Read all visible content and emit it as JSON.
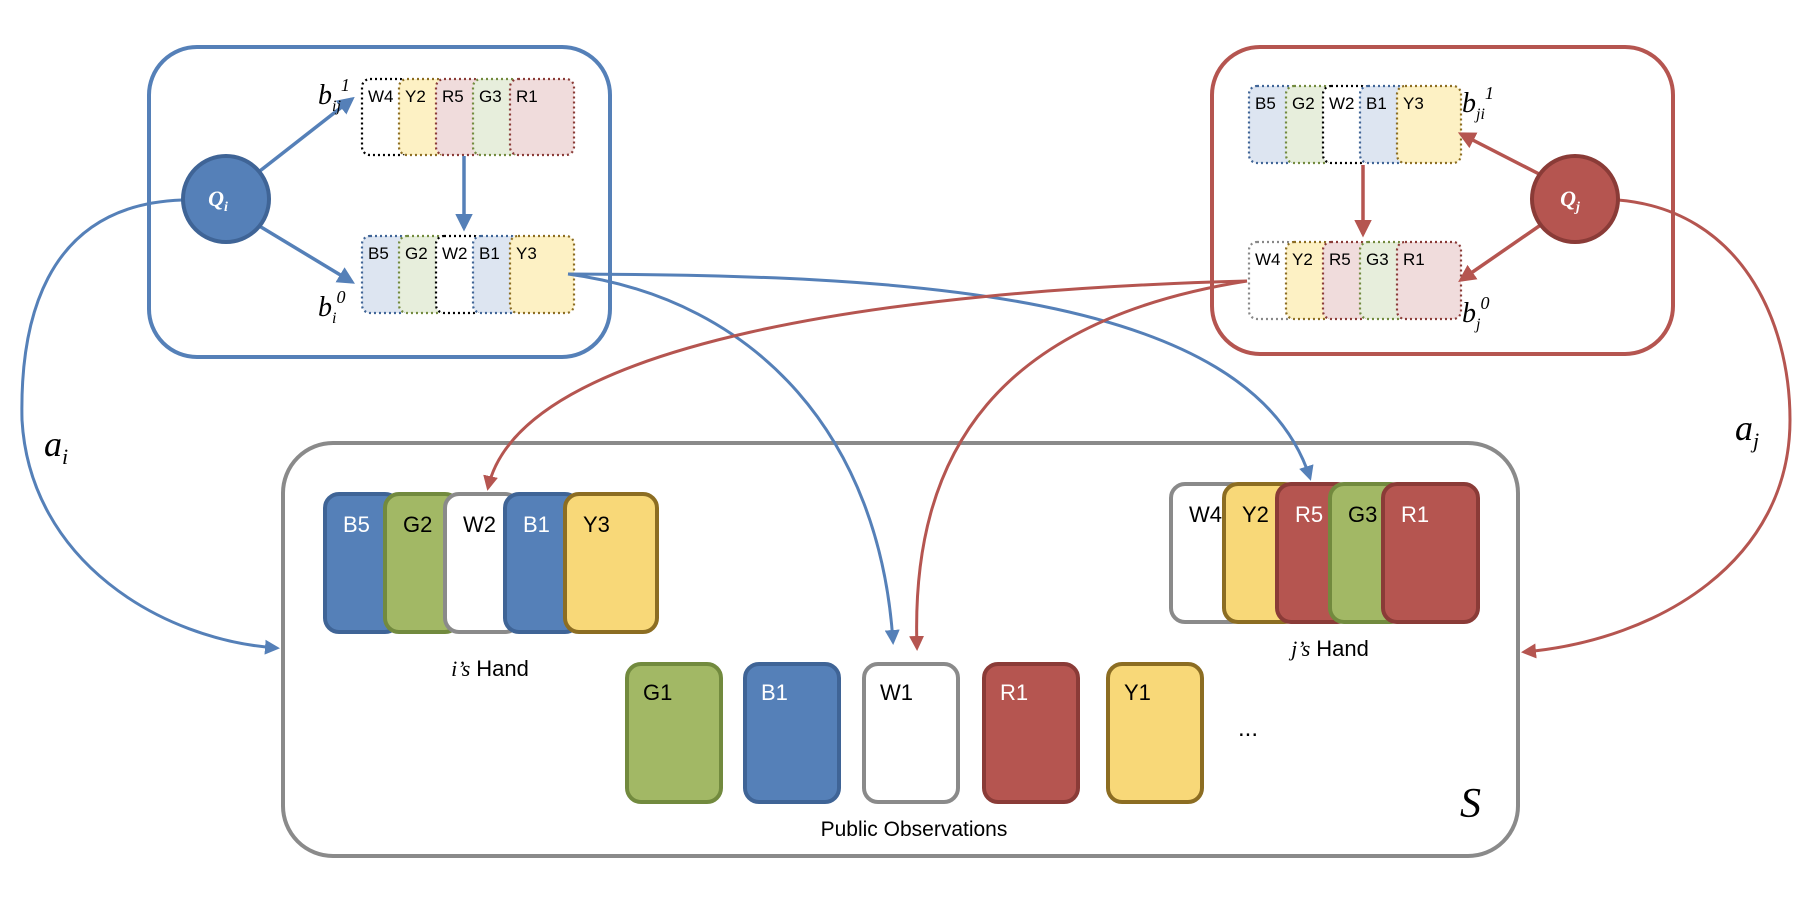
{
  "colors": {
    "blue": "#5580b8",
    "blue_dark": "#3f6496",
    "red": "#b55550",
    "red_dark": "#8a3b37",
    "green": "#a2b865",
    "green_dark": "#728a3e",
    "yellow": "#f8d878",
    "yellow_dark": "#8c6d22",
    "white": "#ffffff",
    "gray": "#8a8a8a",
    "light_blue": "#dde5f1",
    "light_green": "#e7eedc",
    "light_red": "#f0dcdc",
    "light_yellow": "#fdf1c4"
  },
  "agent_i": {
    "node_label": "Q",
    "node_sub": "i",
    "belief_top": {
      "label": "b",
      "sub": "ij",
      "sup": "1",
      "cards": [
        {
          "text": "W4",
          "color": "W"
        },
        {
          "text": "Y2",
          "color": "Y"
        },
        {
          "text": "R5",
          "color": "R"
        },
        {
          "text": "G3",
          "color": "G"
        },
        {
          "text": "R1",
          "color": "R"
        }
      ]
    },
    "belief_bottom": {
      "label": "b",
      "sub": "i",
      "sup": "0",
      "cards": [
        {
          "text": "B5",
          "color": "B"
        },
        {
          "text": "G2",
          "color": "G"
        },
        {
          "text": "W2",
          "color": "W"
        },
        {
          "text": "B1",
          "color": "B"
        },
        {
          "text": "Y3",
          "color": "Y"
        }
      ]
    },
    "action_label": "a",
    "action_sub": "i"
  },
  "agent_j": {
    "node_label": "Q",
    "node_sub": "j",
    "belief_top": {
      "label": "b",
      "sub": "ji",
      "sup": "1",
      "cards": [
        {
          "text": "B5",
          "color": "B"
        },
        {
          "text": "G2",
          "color": "G"
        },
        {
          "text": "W2",
          "color": "W"
        },
        {
          "text": "B1",
          "color": "B"
        },
        {
          "text": "Y3",
          "color": "Y"
        }
      ]
    },
    "belief_bottom": {
      "label": "b",
      "sub": "j",
      "sup": "0",
      "cards": [
        {
          "text": "W4",
          "color": "W"
        },
        {
          "text": "Y2",
          "color": "Y"
        },
        {
          "text": "R5",
          "color": "R"
        },
        {
          "text": "G3",
          "color": "G"
        },
        {
          "text": "R1",
          "color": "R"
        }
      ]
    },
    "action_label": "a",
    "action_sub": "j"
  },
  "state": {
    "label": "S",
    "i_hand": {
      "owner": "i’s",
      "word": "Hand",
      "cards": [
        {
          "text": "B5",
          "color": "B"
        },
        {
          "text": "G2",
          "color": "G"
        },
        {
          "text": "W2",
          "color": "W"
        },
        {
          "text": "B1",
          "color": "B"
        },
        {
          "text": "Y3",
          "color": "Y"
        }
      ]
    },
    "j_hand": {
      "owner": "j’s",
      "word": "Hand",
      "cards": [
        {
          "text": "W4",
          "color": "W"
        },
        {
          "text": "Y2",
          "color": "Y"
        },
        {
          "text": "R5",
          "color": "R"
        },
        {
          "text": "G3",
          "color": "G"
        },
        {
          "text": "R1",
          "color": "R"
        }
      ]
    },
    "public": {
      "label": "Public Observations",
      "cards": [
        {
          "text": "G1",
          "color": "G"
        },
        {
          "text": "B1",
          "color": "B"
        },
        {
          "text": "W1",
          "color": "W"
        },
        {
          "text": "R1",
          "color": "R"
        },
        {
          "text": "Y1",
          "color": "Y"
        }
      ],
      "ellipsis": "..."
    }
  }
}
